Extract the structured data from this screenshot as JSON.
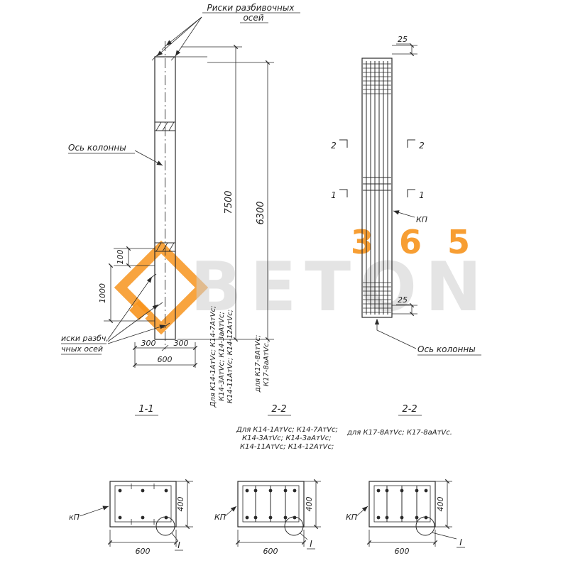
{
  "watermark": {
    "brand": "BETON",
    "number": "365",
    "accent": "#F7941D",
    "gray": "#cfcfcf"
  },
  "notes": {
    "top_line1": "Риски разбивочных",
    "top_line2": "осей",
    "axis_left": "Ось колонны",
    "axis_right": "Ось колонны",
    "partial_line1": "иски разбч,",
    "partial_line2": "чных осей",
    "kp": "КП"
  },
  "dims": {
    "total": "7500",
    "upper": "6300",
    "d100": "100",
    "d1000": "1000",
    "d300l": "300",
    "d300r": "300",
    "d600": "600",
    "d25t": "25",
    "d25b": "25"
  },
  "flags": {
    "s2": "2",
    "s1": "1"
  },
  "specs": {
    "left_rot": [
      "Для К14-1АтVс; К14-7АтVс;",
      "К14-3АтVс; К14-3аАтVс;",
      "К14-11АтVс; К14-12АтVс;"
    ],
    "right_rot": [
      "для К17-8АтVс;",
      "К17-8аАтVс."
    ],
    "mid": [
      "Для К14-1АтVс; К14-7АтVс;",
      "К14-3АтVс; К14-3аАтVс;",
      "К14-11АтVс; К14-12АтVс;"
    ],
    "right": "для К17-8АтVс; К17-8аАтVс."
  },
  "section_titles": [
    "1-1",
    "2-2",
    "2-2"
  ],
  "cross_sections": {
    "s1": {
      "label": "кП",
      "width": "600",
      "height": "400",
      "detail": "I"
    },
    "s2": {
      "label": "КП",
      "width": "600",
      "height": "400",
      "detail": "I"
    },
    "s3": {
      "label": "КП",
      "width": "600",
      "height": "400",
      "detail": "I"
    }
  }
}
